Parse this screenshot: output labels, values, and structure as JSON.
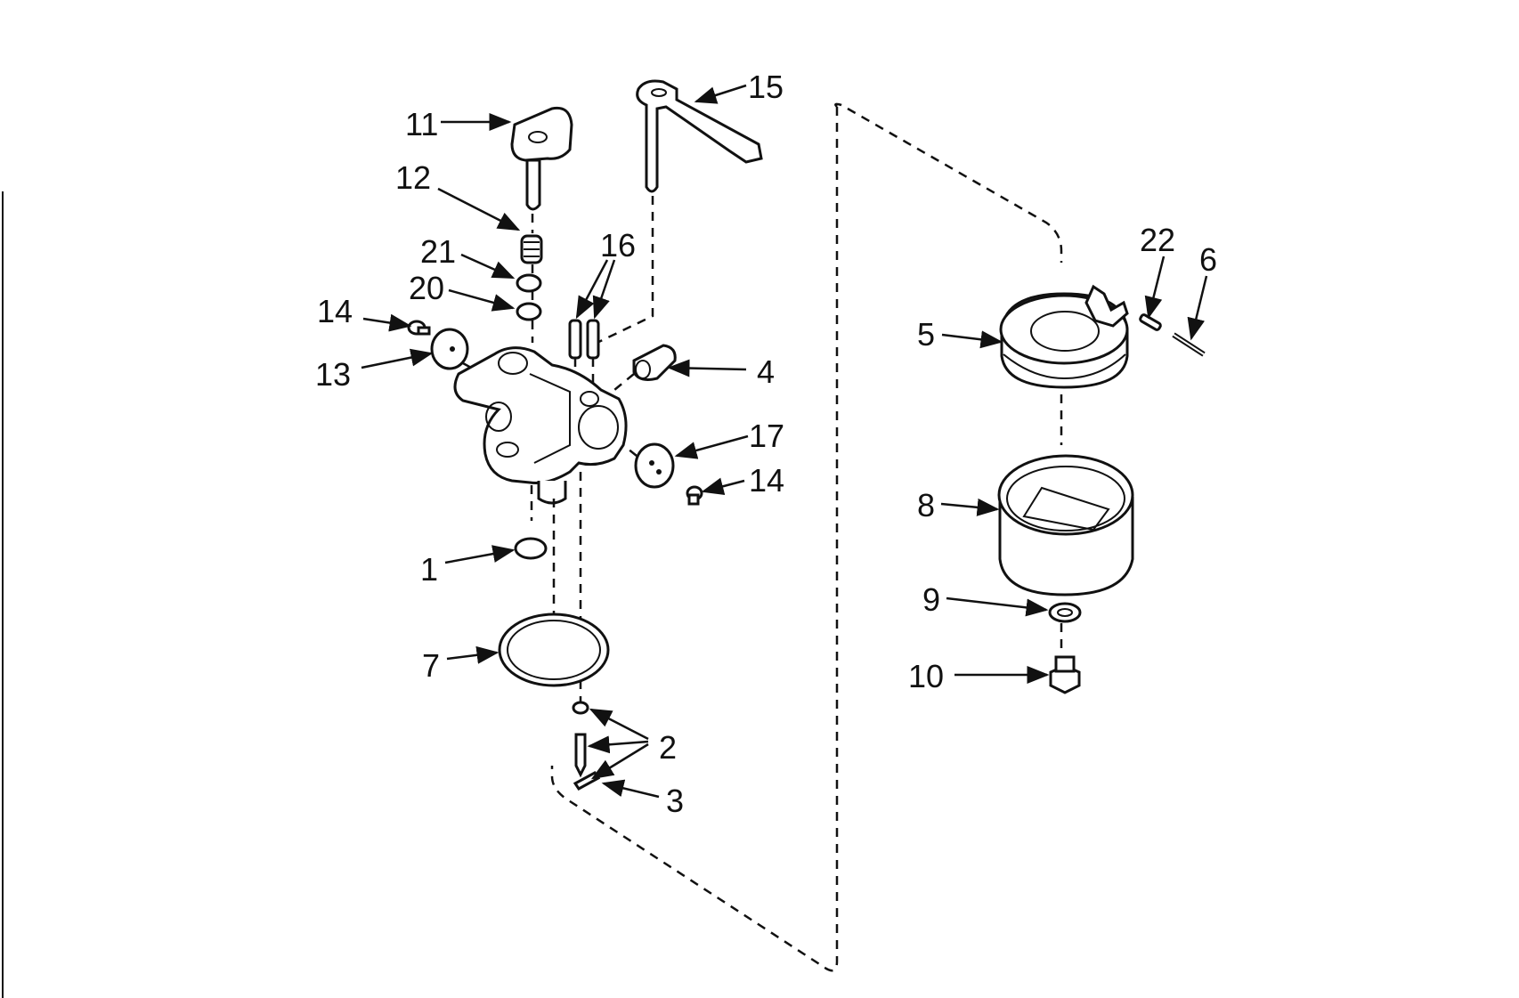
{
  "callouts": {
    "c1": "1",
    "c2": "2",
    "c3": "3",
    "c4": "4",
    "c5": "5",
    "c6": "6",
    "c7": "7",
    "c8": "8",
    "c9": "9",
    "c10": "10",
    "c11": "11",
    "c12": "12",
    "c13": "13",
    "c14a": "14",
    "c14b": "14",
    "c15": "15",
    "c16": "16",
    "c17": "17",
    "c20": "20",
    "c21": "21",
    "c22": "22"
  }
}
